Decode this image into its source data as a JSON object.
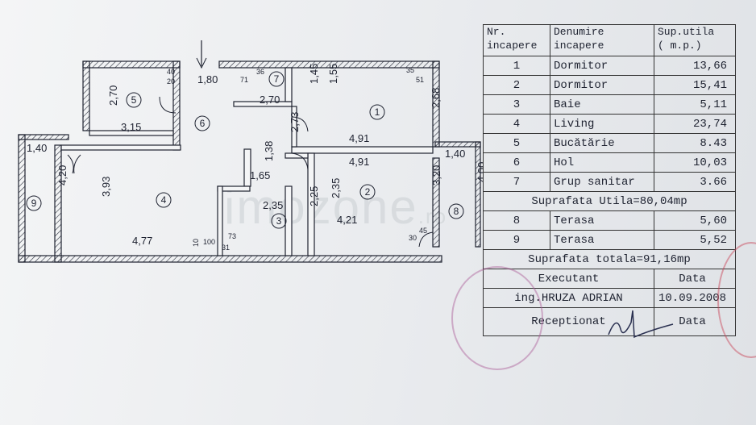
{
  "rooms": [
    {
      "nr": "1",
      "name": "Dormitor",
      "area": "13,66"
    },
    {
      "nr": "2",
      "name": "Dormitor",
      "area": "15,41"
    },
    {
      "nr": "3",
      "name": "Baie",
      "area": "5,11"
    },
    {
      "nr": "4",
      "name": "Living",
      "area": "23,74"
    },
    {
      "nr": "5",
      "name": "Bucătărie",
      "area": "8.43"
    },
    {
      "nr": "6",
      "name": "Hol",
      "area": "10,03"
    },
    {
      "nr": "7",
      "name": "Grup sanitar",
      "area": "3.66"
    }
  ],
  "terraces": [
    {
      "nr": "8",
      "name": "Terasa",
      "area": "5,60"
    },
    {
      "nr": "9",
      "name": "Terasa",
      "area": "5,52"
    }
  ],
  "table": {
    "h_nr_1": "Nr.",
    "h_nr_2": "incapere",
    "h_name_1": "Denumire",
    "h_name_2": "incapere",
    "h_area_1": "Sup.utila",
    "h_area_2": "( m.p.)",
    "suprafata_utila": "Suprafata Utila=80,04mp",
    "suprafata_totala": "Suprafata totala=91,16mp",
    "executant": "Executant",
    "data_label": "Data",
    "engineer": "ing.HRUZA ADRIAN",
    "date": "10.09.2008",
    "receptionat": "Receptionat",
    "data_label_2": "Data"
  },
  "watermark": {
    "main": "imozone",
    "suffix": ".ro"
  },
  "plan": {
    "room_numbers": [
      "1",
      "2",
      "3",
      "4",
      "5",
      "6",
      "7",
      "8",
      "9"
    ],
    "dims": [
      "1,80",
      "2,70",
      "3,15",
      "1,45",
      "1,55",
      "2,70",
      "2,73",
      "2,68",
      "4,91",
      "4,91",
      "1,40",
      "4,20",
      "3,93",
      "4,77",
      "1,38",
      "1,65",
      "2,35",
      "2,25",
      "2,35",
      "3,20",
      "4,21",
      "1,40",
      "4,00"
    ],
    "small_dims": [
      "40",
      "20",
      "71",
      "36",
      "35",
      "51",
      "10",
      "100",
      "73",
      "31",
      "30",
      "45"
    ]
  }
}
